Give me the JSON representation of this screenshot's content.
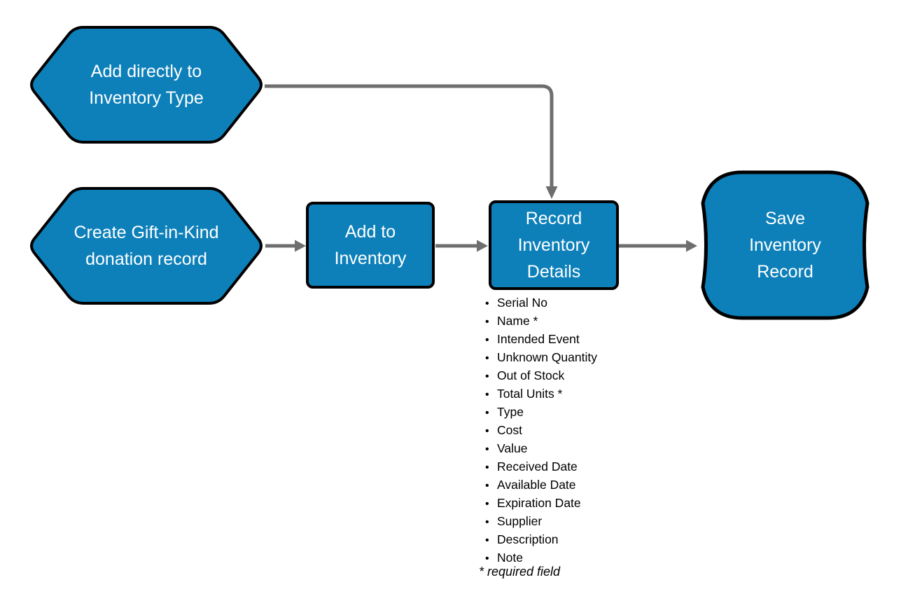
{
  "colors": {
    "node_fill": "#0d80ba",
    "node_stroke": "#000000",
    "node_text": "#ffffff",
    "connector": "#6e6e6e"
  },
  "nodes": {
    "add_directly_to_inventory_type": {
      "shape": "hexagon",
      "lines": [
        "Add directly to",
        "Inventory Type"
      ]
    },
    "create_gift_in_kind_donation_record": {
      "shape": "hexagon",
      "lines": [
        "Create Gift-in-Kind",
        "donation record"
      ]
    },
    "add_to_inventory": {
      "shape": "rectangle",
      "lines": [
        "Add to",
        "Inventory"
      ]
    },
    "record_inventory_details": {
      "shape": "rectangle",
      "lines": [
        "Record",
        "Inventory",
        "Details"
      ]
    },
    "save_inventory_record": {
      "shape": "rounded-terminator",
      "lines": [
        "Save",
        "Inventory",
        "Record"
      ]
    }
  },
  "connections": [
    {
      "from": "add_directly_to_inventory_type",
      "to": "record_inventory_details",
      "style": "elbow-down"
    },
    {
      "from": "create_gift_in_kind_donation_record",
      "to": "add_to_inventory",
      "style": "straight"
    },
    {
      "from": "add_to_inventory",
      "to": "record_inventory_details",
      "style": "straight"
    },
    {
      "from": "record_inventory_details",
      "to": "save_inventory_record",
      "style": "straight"
    }
  ],
  "details_list": {
    "items": [
      "Serial No",
      "Name *",
      "Intended Event",
      "Unknown Quantity",
      "Out of Stock",
      "Total Units *",
      "Type",
      "Cost",
      "Value",
      "Received Date",
      "Available Date",
      "Expiration Date",
      "Supplier",
      "Description",
      "Note"
    ]
  },
  "footnote": "* required field"
}
